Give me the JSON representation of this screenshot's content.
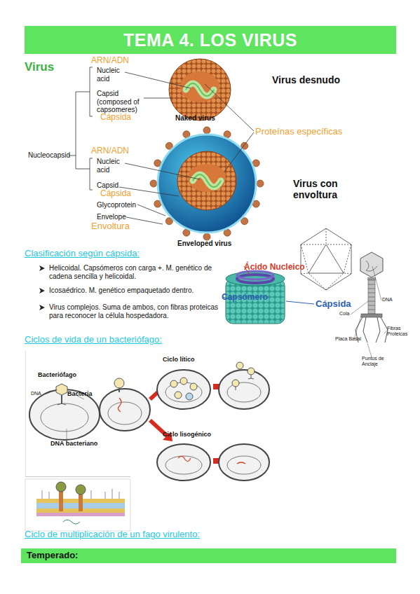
{
  "diagram": {
    "title": "TEMA 4. LOS VIRUS",
    "nodes": [
      {
        "text": [
          "Temperado:"
        ]
      }
    ],
    "labels": [
      "Virus",
      "ARN/ADN",
      "Nucleic acid",
      "Capsid (composed of capsomeres)",
      "Cápsida",
      "Naked virus",
      "Virus desnudo",
      "Proteínas específicas",
      "Nucleocapsid",
      "ARN/ADN",
      "Nucleic acid",
      "Capsid",
      "Cápsida",
      "Glycoprotein",
      "Envelope",
      "Envoltura",
      "Virus con envoltura",
      "Enveloped virus",
      "Clasificación según cápsida:",
      "Helicoidal. Capsómeros con carga +. M. genético de cadena sencilla y helicoidal.",
      "Icosaédrico. M. genético empaquetado dentro.",
      "Virus complejos. Suma de ambos, con fibras proteicas para reconocer la célula hospedadora.",
      "Ácido Nucleico",
      "Capsómero",
      "Cápsida",
      "Cola",
      "DNA",
      "Placa Basal",
      "Fibras Proteicas",
      "Puntos de Anclaje",
      "Ciclos de vida de un bacteriófago:",
      "Bacteriófago",
      "DNA",
      "Bacteria",
      "DNA bacteriano",
      "Ciclo lítico",
      "Ciclo lisogénico",
      "Ciclo de multiplicación de un fago virulento:"
    ]
  }
}
